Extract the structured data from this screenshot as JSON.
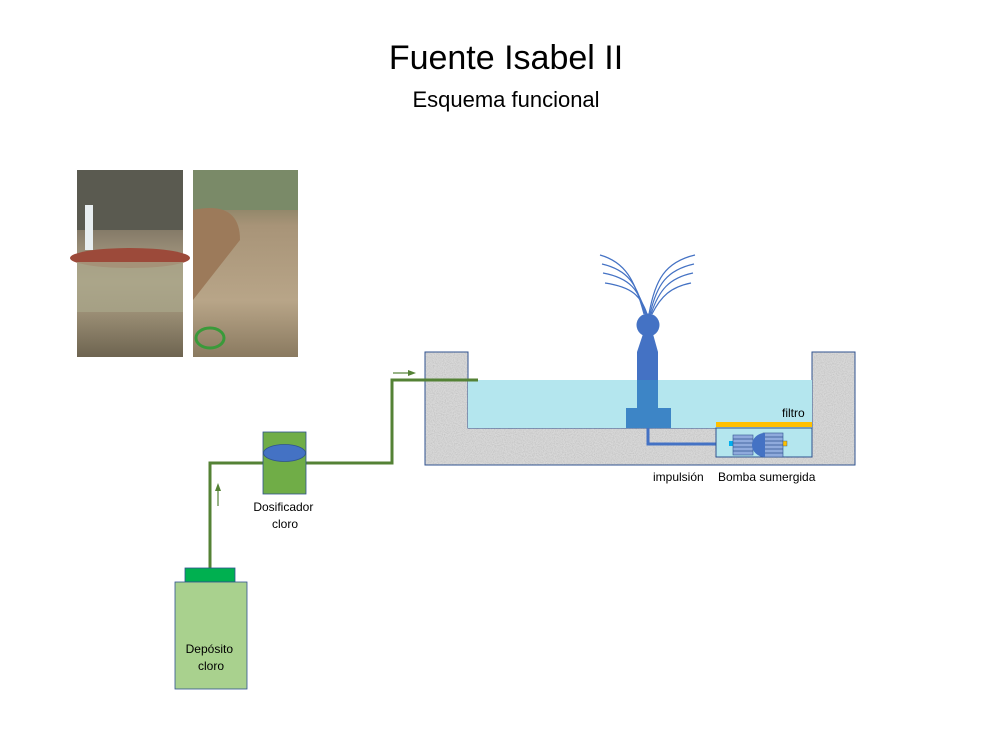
{
  "title": "Fuente Isabel II",
  "subtitle": "Esquema funcional",
  "labels": {
    "filter": "filtro",
    "impulsion": "impulsión",
    "pump": "Bomba sumergida",
    "doser_line1": "Dosificador",
    "doser_line2": "cloro",
    "tank_line1": "Depósito",
    "tank_line2": "cloro"
  },
  "colors": {
    "pipe_green": "#548235",
    "doser": "#70ad47",
    "tank": "#a9d18e",
    "tank_cap": "#00b050",
    "water": "#b4e6ee",
    "fountain": "#4472c4",
    "filter": "#ffc000"
  }
}
